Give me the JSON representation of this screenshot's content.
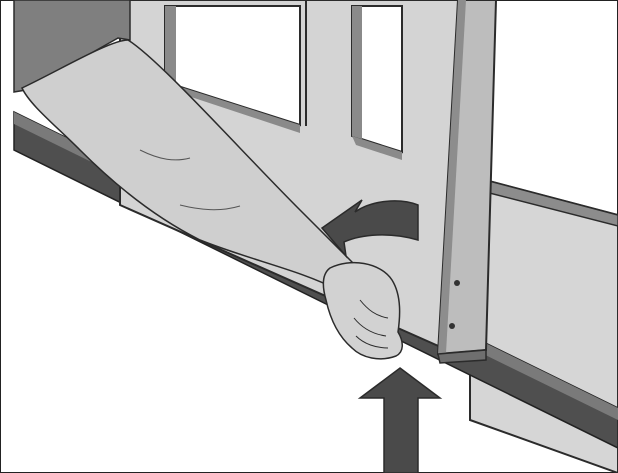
{
  "figure": {
    "kind": "assembly-instruction-illustration",
    "style": "grayscale line art",
    "colors": {
      "background": "#ffffff",
      "panel": "#d4d4d4",
      "panel_shadow": "#9a9a9a",
      "post": "#b9b9b9",
      "track": "#555555",
      "outline": "#2b2b2b",
      "skin": "#c9c9c9",
      "sleeve": "#7f7f7f",
      "arrow": "#4a4a4a",
      "screw": "#333333"
    },
    "arrows": [
      {
        "name": "rotate-arrow",
        "direction": "curved-left"
      },
      {
        "name": "push-up-arrow",
        "direction": "up"
      }
    ]
  }
}
